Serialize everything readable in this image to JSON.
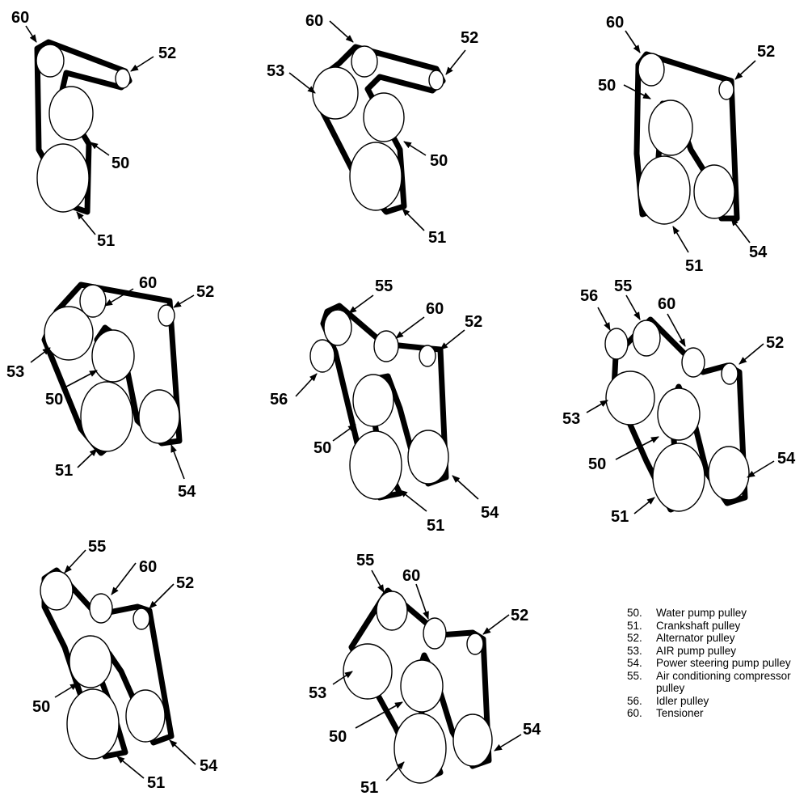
{
  "callouts": {
    "water_pump": "50",
    "crankshaft": "51",
    "alternator": "52",
    "air_pump": "53",
    "power_steering": "54",
    "ac_compressor": "55",
    "idler": "56",
    "tensioner": "60"
  },
  "legend": [
    {
      "num": "50.",
      "label": "Water pump pulley"
    },
    {
      "num": "51.",
      "label": "Crankshaft pulley"
    },
    {
      "num": "52.",
      "label": "Alternator pulley"
    },
    {
      "num": "53.",
      "label": "AIR pump pulley"
    },
    {
      "num": "54.",
      "label": "Power steering pump pulley"
    },
    {
      "num": "55.",
      "label": "Air conditioning compressor pulley"
    },
    {
      "num": "56.",
      "label": "Idler pulley"
    },
    {
      "num": "60.",
      "label": "Tensioner"
    }
  ]
}
